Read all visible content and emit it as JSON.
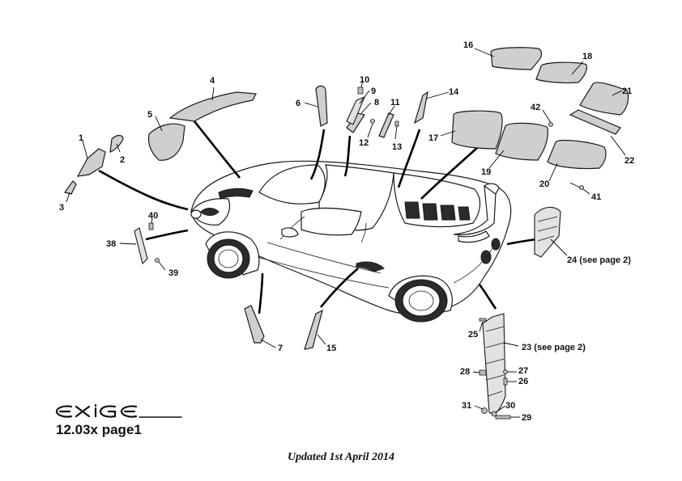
{
  "diagram": {
    "labels": {
      "p1": "1",
      "p2": "2",
      "p3": "3",
      "p4": "4",
      "p5": "5",
      "p6": "6",
      "p7": "7",
      "p8": "8",
      "p9": "9",
      "p10": "10",
      "p11": "11",
      "p12": "12",
      "p13": "13",
      "p14": "14",
      "p15": "15",
      "p16": "16",
      "p17": "17",
      "p18": "18",
      "p19": "19",
      "p20": "20",
      "p21": "21",
      "p22": "22",
      "p23": "23 (see page 2)",
      "p24": "24 (see page 2)",
      "p25": "25",
      "p26": "26",
      "p27": "27",
      "p28": "28",
      "p29": "29",
      "p30": "30",
      "p31": "31",
      "p38": "38",
      "p39": "39",
      "p40": "40",
      "p41": "41",
      "p42": "42"
    }
  },
  "footer": {
    "brand": "EXIGE",
    "reference": "12.03x page1",
    "updated": "Updated 1st April 2014"
  }
}
